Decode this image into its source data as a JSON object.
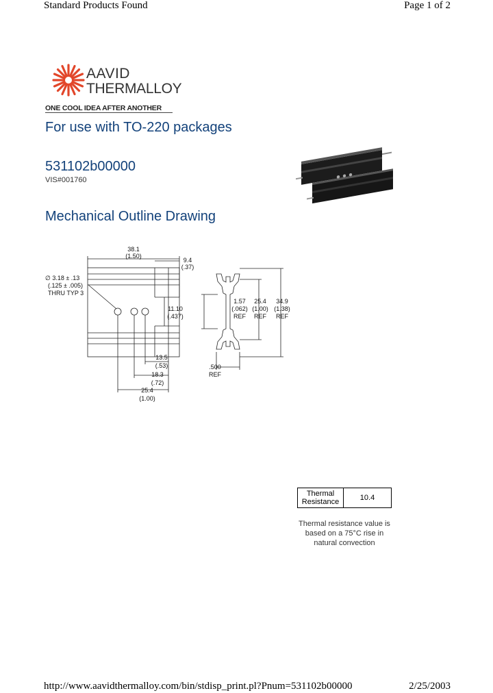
{
  "header": {
    "left": "Standard Products Found",
    "right": "Page 1 of 2"
  },
  "footer": {
    "url": "http://www.aavidthermalloy.com/bin/stdisp_print.pl?Pnum=531102b00000",
    "date": "2/25/2003"
  },
  "brand": {
    "line1": "AAVID",
    "line2": "THERMALLOY",
    "tagline": "ONE COOL IDEA AFTER ANOTHER",
    "accent_color": "#e2462a"
  },
  "headings": {
    "use": "For use with TO-220 packages",
    "part_number": "531102b00000",
    "vis": "VIS#001760",
    "drawing": "Mechanical Outline Drawing"
  },
  "drawing": {
    "d_38": "38.1",
    "d_38_in": "(1.50)",
    "d_94": "9.4",
    "d_94_in": "(.37)",
    "hole_1": "∅ 3.18 ± .13",
    "hole_2": "(.125 ± .005)",
    "hole_3": "THRU TYP 3",
    "d_111": "11.10",
    "d_111_in": "(.437)",
    "d_135": "13.5",
    "d_135_in": "(.53)",
    "d_183": "18.3",
    "d_183_in": "(.72)",
    "d_254": "25.4",
    "d_254_in": "(1.00)",
    "s_157": "1.57",
    "s_157_in": "(.062)",
    "s_157_ref": "REF",
    "s_254": "25.4",
    "s_254_in": "(1.00)",
    "s_254_ref": "REF",
    "s_349": "34.9",
    "s_349_in": "(1.38)",
    "s_349_ref": "REF",
    "s_500": ".500",
    "s_500_ref": "REF"
  },
  "thermal": {
    "label_line1": "Thermal",
    "label_line2": "Resistance",
    "value": "10.4"
  },
  "note": {
    "line1": "Thermal resistance value is",
    "line2": "based on a 75°C rise in",
    "line3": "natural convection"
  },
  "icons": {
    "logo": "starburst-logo-icon",
    "photo": "heatsink-photo"
  }
}
